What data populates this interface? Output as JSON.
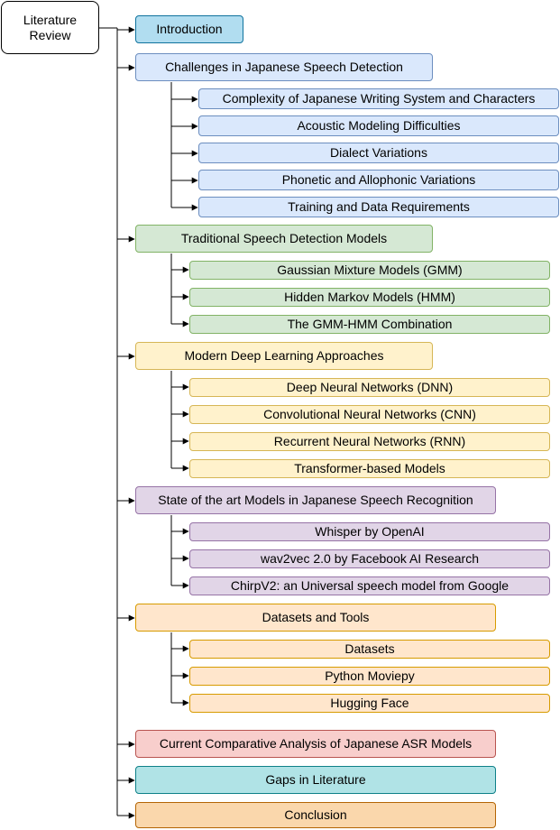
{
  "root": {
    "label": "Literature Review"
  },
  "sections": [
    {
      "label": "Introduction",
      "children": []
    },
    {
      "label": "Challenges in Japanese Speech Detection",
      "children": [
        "Complexity of Japanese Writing System and Characters",
        "Acoustic Modeling Difficulties",
        "Dialect Variations",
        "Phonetic and Allophonic Variations",
        "Training and Data Requirements"
      ]
    },
    {
      "label": "Traditional Speech Detection Models",
      "children": [
        "Gaussian Mixture Models (GMM)",
        "Hidden Markov Models (HMM)",
        "The GMM-HMM Combination"
      ]
    },
    {
      "label": "Modern Deep Learning Approaches",
      "children": [
        "Deep Neural Networks (DNN)",
        "Convolutional Neural Networks (CNN)",
        "Recurrent Neural Networks (RNN)",
        "Transformer-based Models"
      ]
    },
    {
      "label": "State of the art Models in Japanese Speech Recognition",
      "children": [
        "Whisper by OpenAI",
        "wav2vec 2.0 by Facebook AI Research",
        "ChirpV2: an Universal speech model from Google"
      ]
    },
    {
      "label": "Datasets and Tools",
      "children": [
        "Datasets",
        "Python Moviepy",
        "Hugging Face"
      ]
    },
    {
      "label": "Current Comparative Analysis of Japanese ASR Models",
      "children": []
    },
    {
      "label": "Gaps in Literature",
      "children": []
    },
    {
      "label": "Conclusion",
      "children": []
    }
  ]
}
